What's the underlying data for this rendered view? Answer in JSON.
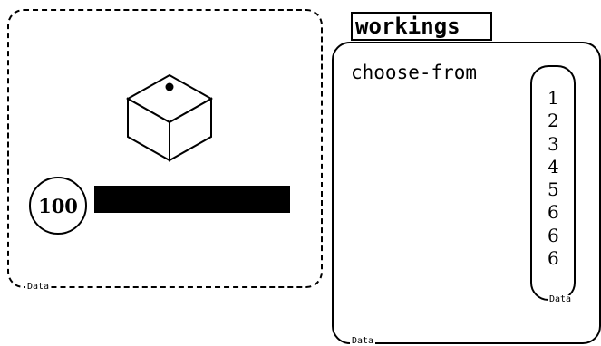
{
  "left_panel": {
    "meter_value": "100",
    "meter_fill_fraction": 1.0,
    "data_label": "Data"
  },
  "right_panel": {
    "title": "workings",
    "choose_label": "choose-from",
    "numbers": [
      "1",
      "2",
      "3",
      "4",
      "5",
      "6",
      "6",
      "6"
    ],
    "list_data_label": "Data",
    "data_label": "Data"
  },
  "icons": {
    "cube": "die-cube-icon"
  }
}
